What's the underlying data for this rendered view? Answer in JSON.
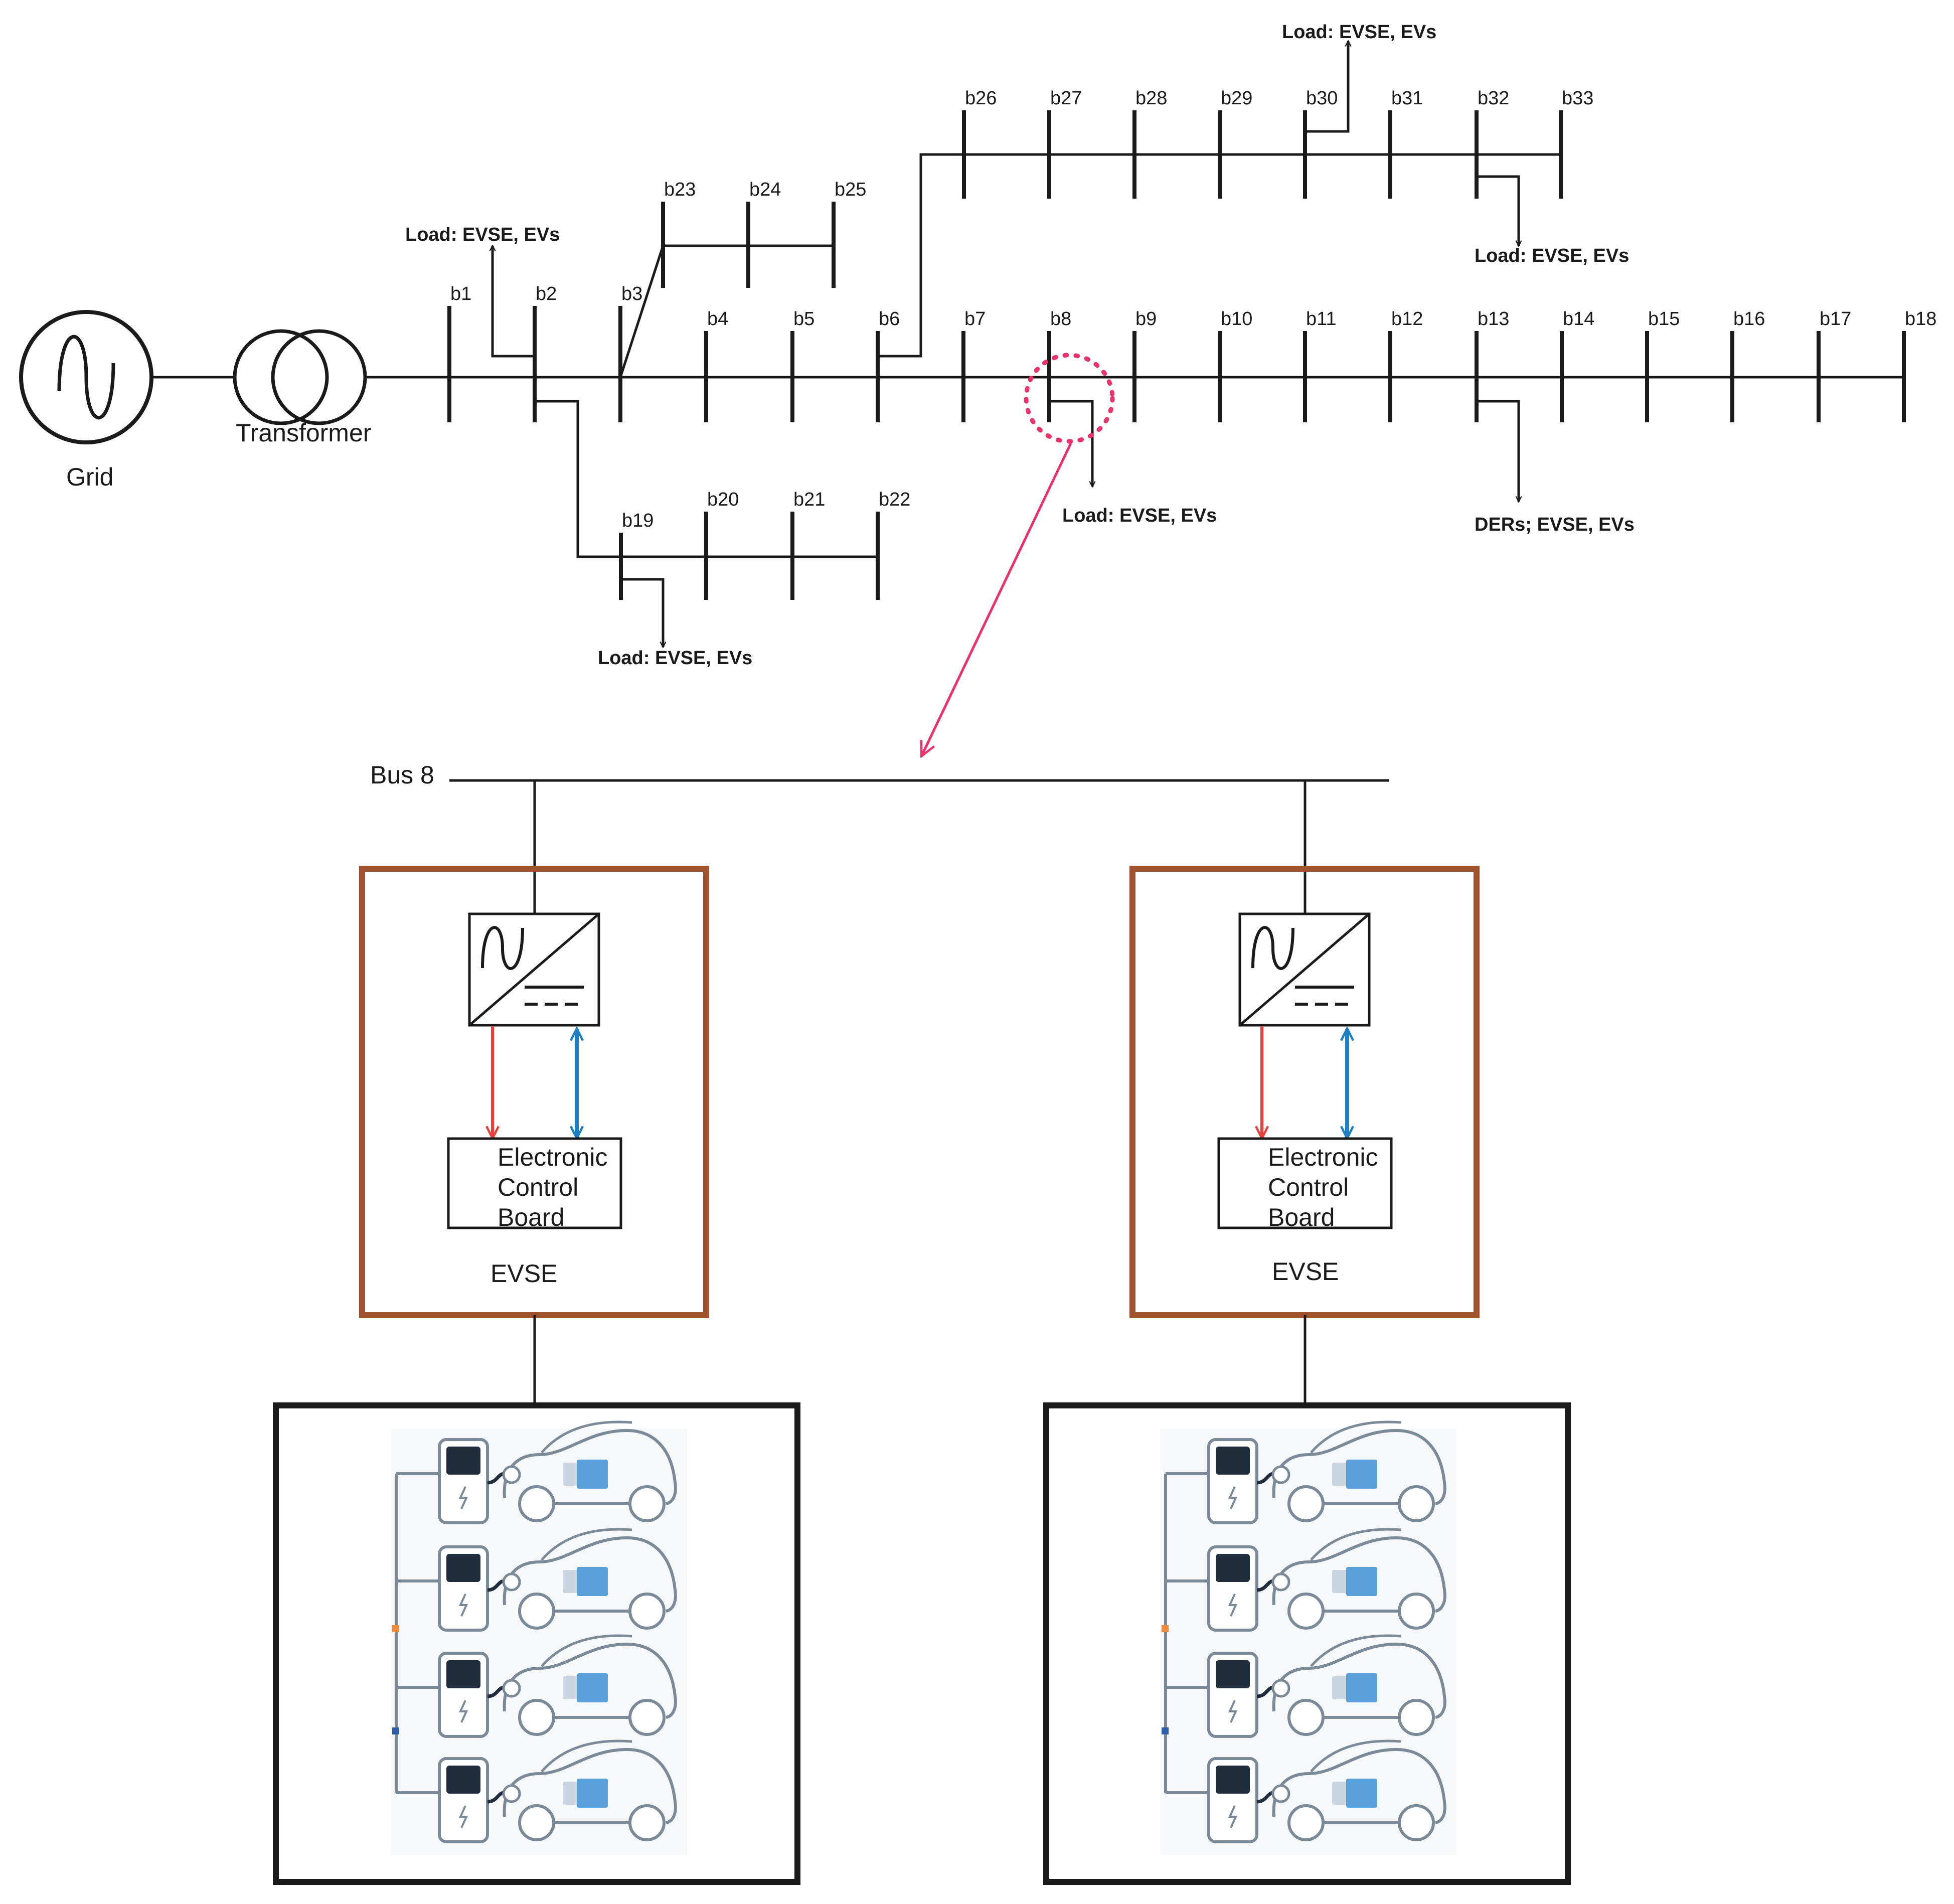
{
  "grid_label": "Grid",
  "transformer_label": "Transformer",
  "buses": {
    "b1": "b1",
    "b2": "b2",
    "b3": "b3",
    "b4": "b4",
    "b5": "b5",
    "b6": "b6",
    "b7": "b7",
    "b8": "b8",
    "b9": "b9",
    "b10": "b10",
    "b11": "b11",
    "b12": "b12",
    "b13": "b13",
    "b14": "b14",
    "b15": "b15",
    "b16": "b16",
    "b17": "b17",
    "b18": "b18",
    "b19": "b19",
    "b20": "b20",
    "b21": "b21",
    "b22": "b22",
    "b23": "b23",
    "b24": "b24",
    "b25": "b25",
    "b26": "b26",
    "b27": "b27",
    "b28": "b28",
    "b29": "b29",
    "b30": "b30",
    "b31": "b31",
    "b32": "b32",
    "b33": "b33"
  },
  "loads": {
    "b2": "Load: EVSE, EVs",
    "b8": "Load: EVSE, EVs",
    "b13": "DERs; EVSE, EVs",
    "b19": "Load: EVSE, EVs",
    "b30": "Load: EVSE, EVs",
    "b32": "Load: EVSE, EVs"
  },
  "detail": {
    "bus_label": "Bus 8",
    "evse_left": {
      "label": "EVSE",
      "board": [
        "Electronic",
        "Control",
        "Board"
      ]
    },
    "evse_right": {
      "label": "EVSE",
      "board": [
        "Electronic",
        "Control",
        "Board"
      ]
    }
  },
  "colors": {
    "line": "#1a1a1a",
    "evse_border": "#a0522d",
    "highlight": "#e8336b",
    "red_arrow": "#e8413c",
    "blue_arrow": "#1f7fc0",
    "ev_gray": "#7a8a99",
    "ev_dark": "#1f2d3d",
    "ev_blue": "#5aa0d8"
  }
}
